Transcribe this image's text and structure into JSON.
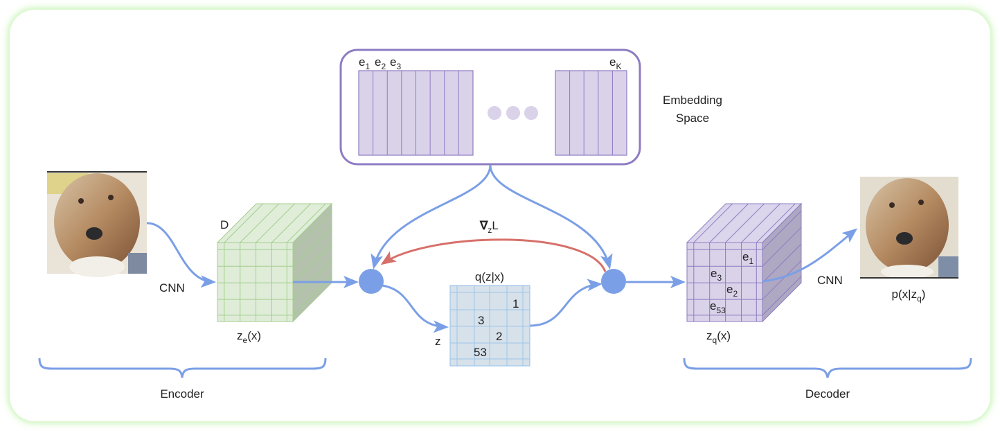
{
  "title": "VQ-VAE architecture",
  "embedding_space": {
    "label_line1": "Embedding",
    "label_line2": "Space",
    "vectors": [
      {
        "base": "e",
        "sub": "1"
      },
      {
        "base": "e",
        "sub": "2"
      },
      {
        "base": "e",
        "sub": "3"
      },
      {
        "base": "e",
        "sub": "K"
      }
    ]
  },
  "encoder": {
    "label": "Encoder",
    "cnn_label": "CNN",
    "depth_label": "D",
    "output_label": {
      "base": "z",
      "sub": "e",
      "rest": "(x)"
    }
  },
  "quantizer": {
    "title": "q(z|x)",
    "z_label": "z",
    "gradient_label": {
      "base": "∇",
      "sub": "z",
      "rest": "L"
    },
    "indices": [
      "1",
      "3",
      "2",
      "53"
    ]
  },
  "decoder": {
    "label": "Decoder",
    "cnn_label": "CNN",
    "input_label": {
      "base": "z",
      "sub": "q",
      "rest": "(x)"
    },
    "output_label": {
      "base": "p(x|z",
      "sub": "q",
      "rest": ")"
    },
    "cells": [
      {
        "base": "e",
        "sub": "1"
      },
      {
        "base": "e",
        "sub": "3"
      },
      {
        "base": "e",
        "sub": "2"
      },
      {
        "base": "e",
        "sub": "53"
      }
    ]
  },
  "images": {
    "input": "dog photo (input x)",
    "output": "reconstructed dog photo"
  },
  "colors": {
    "arrow": "#7b9fe6",
    "gradient_arrow": "#d7706a",
    "embedding_border": "#8e7cc3",
    "embedding_fill": "#d9d2e9",
    "encoder_fill": "#dfecd8",
    "encoder_line": "#a3cf8d",
    "quant_fill": "#d6e1ea",
    "quant_line": "#9fc5e8"
  }
}
